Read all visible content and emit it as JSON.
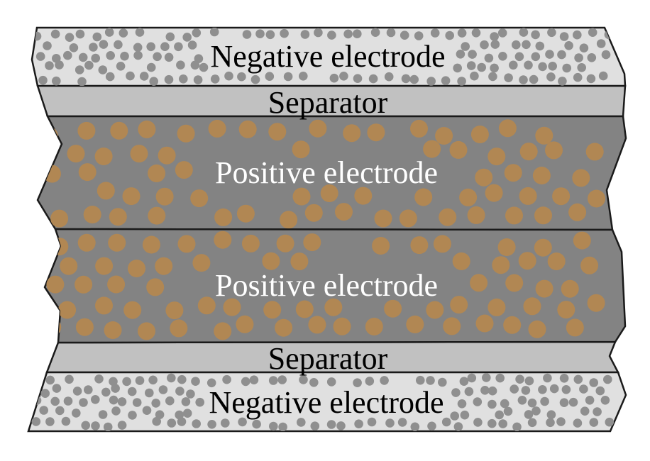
{
  "figure": {
    "description": "Layered cross-section diagram of a battery cell stack with jagged torn edges",
    "background_color": "#ffffff",
    "outline_color": "#1a1a1a"
  },
  "layers": [
    {
      "name": "negative-electrode-top",
      "label": "Negative electrode",
      "label_color": "#000000",
      "fill": "#e0e0e0",
      "dot_color": "#8f8f8f"
    },
    {
      "name": "separator-top",
      "label": "Separator",
      "label_color": "#000000",
      "fill": "#c1c1c1"
    },
    {
      "name": "positive-electrode-upper",
      "label": "Positive electrode",
      "label_color": "#ffffff",
      "fill": "#838383",
      "dot_color": "#b18753"
    },
    {
      "name": "positive-electrode-lower",
      "label": "Positive electrode",
      "label_color": "#ffffff",
      "fill": "#838383",
      "dot_color": "#b18753"
    },
    {
      "name": "separator-bottom",
      "label": "Separator",
      "label_color": "#000000",
      "fill": "#c1c1c1"
    },
    {
      "name": "negative-electrode-bottom",
      "label": "Negative electrode",
      "label_color": "#000000",
      "fill": "#e0e0e0",
      "dot_color": "#8f8f8f"
    }
  ]
}
